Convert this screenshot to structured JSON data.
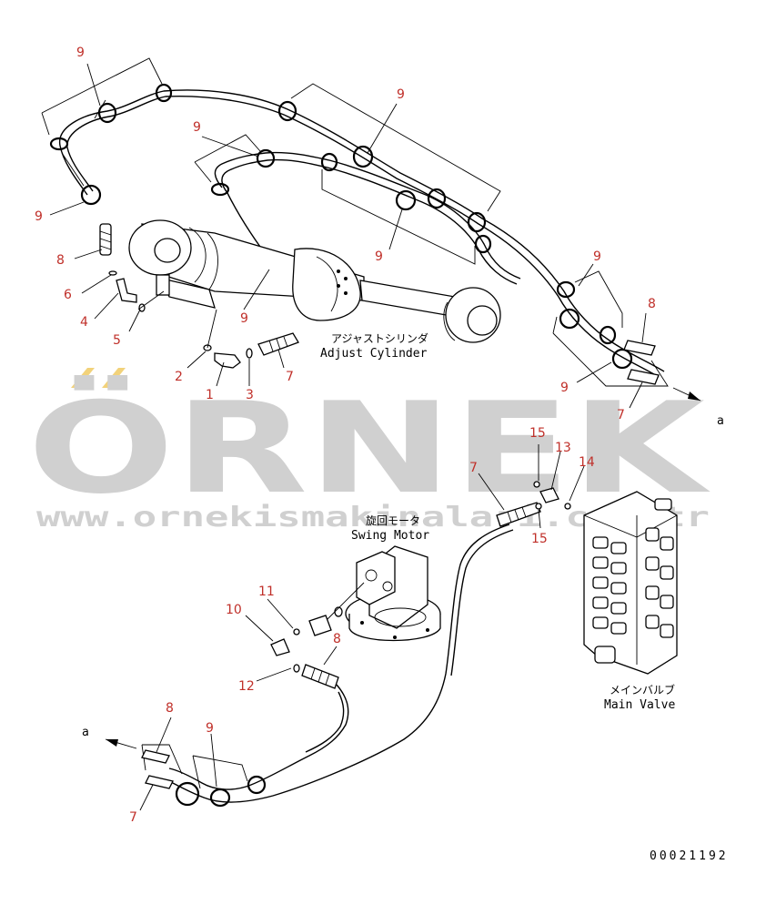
{
  "callouts": {
    "c9a": "9",
    "c9b": "9",
    "c9c": "9",
    "c9d": "9",
    "c9e": "9",
    "c9f": "9",
    "c9g": "9",
    "c9h": "9",
    "c9i": "9",
    "c8a": "8",
    "c8b": "8",
    "c8c": "8",
    "c8d": "8",
    "c7a": "7",
    "c7b": "7",
    "c7c": "7",
    "c7d": "7",
    "c6": "6",
    "c5": "5",
    "c4": "4",
    "c3": "3",
    "c2": "2",
    "c1": "1",
    "c15a": "15",
    "c15b": "15",
    "c14": "14",
    "c13": "13",
    "c12": "12",
    "c11": "11",
    "c10": "10"
  },
  "labels": {
    "adjust_jp": "アジャストシリンダ",
    "adjust_en": "Adjust Cylinder",
    "swing_jp": "旋回モータ",
    "swing_en": "Swing Motor",
    "main_jp": "メインバルブ",
    "main_en": "Main Valve",
    "conn_a_right": "a",
    "conn_a_left": "a",
    "drawing_no": "00021192"
  },
  "watermark": {
    "brand": "ÖRNEK",
    "url": "www.ornekismakinalari.com.tr"
  },
  "colors": {
    "callout": "#c0302a",
    "watermark": "#d0d0d0",
    "accent": "#f2d27a"
  }
}
